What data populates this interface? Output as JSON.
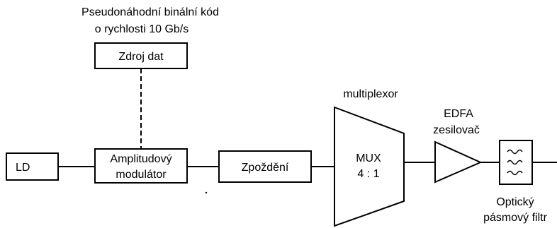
{
  "annotation_source": {
    "line1": "Pseudonáhodní binální kód",
    "line2": "o rychlosti 10 Gb/s"
  },
  "blocks": {
    "source": "Zdroj dat",
    "ld": "LD",
    "modulator": {
      "line1": "Amplitudový",
      "line2": "modulátor"
    },
    "delay": "Zpoždění",
    "mux": {
      "line1": "MUX",
      "line2": "4 : 1",
      "caption": "multiplexor"
    },
    "edfa": {
      "line1": "EDFA",
      "line2": "zesilovač"
    },
    "filter": {
      "line1": "Optický",
      "line2": "pásmový filtr"
    }
  }
}
